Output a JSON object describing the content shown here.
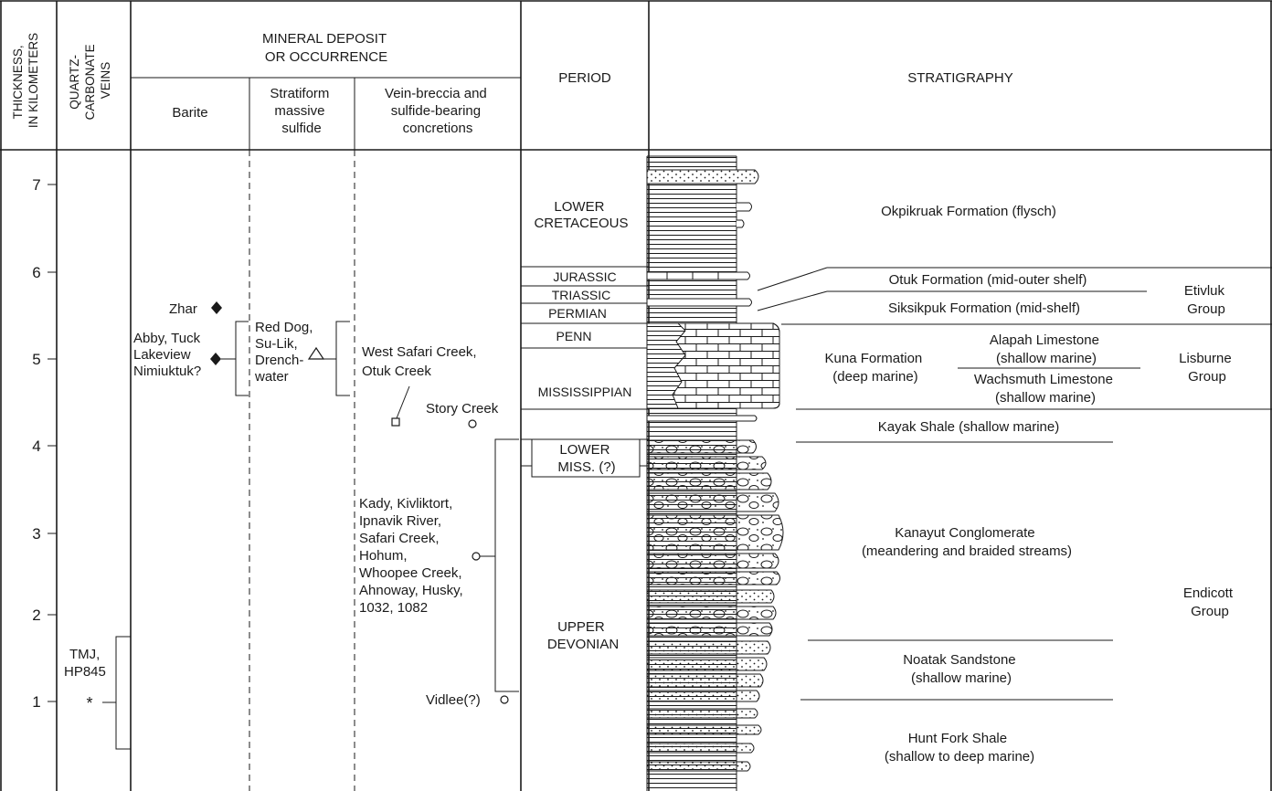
{
  "header": {
    "thickness": [
      "THICKNESS,",
      "IN KILOMETERS"
    ],
    "veins": [
      "QUARTZ-",
      "CARBONATE",
      "VEINS"
    ],
    "mineral_deposit": [
      "MINERAL DEPOSIT",
      "OR OCCURRENCE"
    ],
    "barite": "Barite",
    "stratiform": [
      "Stratiform",
      "massive",
      "sulfide"
    ],
    "veinbreccia": [
      "Vein-breccia and",
      "sulfide-bearing",
      "concretions"
    ],
    "period": "PERIOD",
    "stratigraphy": "STRATIGRAPHY"
  },
  "axis": {
    "ticks": [
      "7",
      "6",
      "5",
      "4",
      "3",
      "2",
      "1"
    ]
  },
  "veins": {
    "label": [
      "TMJ,",
      "HP845"
    ],
    "marker": "*"
  },
  "barite": {
    "zhar": "Zhar",
    "group": [
      "Abby, Tuck",
      "Lakeview",
      "Nimiuktuk?"
    ]
  },
  "sulfide": {
    "label": [
      "Red Dog,",
      "Su-Lik,",
      "Drench-",
      "water"
    ]
  },
  "veinbreccia": {
    "safari": [
      "West Safari Creek,",
      "Otuk Creek"
    ],
    "story": "Story Creek",
    "kady": [
      "Kady, Kivliktort,",
      "Ipnavik River,",
      "Safari Creek,",
      "Hohum,",
      "Whoopee Creek,",
      "Ahnoway, Husky,",
      "1032, 1082"
    ],
    "vidlee": "Vidlee(?)"
  },
  "periods": {
    "lower_cretaceous": [
      "LOWER",
      "CRETACEOUS"
    ],
    "jurassic": "JURASSIC",
    "triassic": "TRIASSIC",
    "permian": "PERMIAN",
    "penn": "PENN",
    "mississippian": "MISSISSIPPIAN",
    "lower_miss": [
      "LOWER",
      "MISS. (?)"
    ],
    "upper_devonian": [
      "UPPER",
      "DEVONIAN"
    ]
  },
  "strat": {
    "okpikruak": "Okpikruak Formation (flysch)",
    "otuk": "Otuk Formation (mid-outer shelf)",
    "siksikpuk": "Siksikpuk Formation (mid-shelf)",
    "etivluk": [
      "Etivluk",
      "Group"
    ],
    "alapah": [
      "Alapah Limestone",
      "(shallow marine)"
    ],
    "kuna": [
      "Kuna Formation",
      "(deep marine)"
    ],
    "wachsmuth": [
      "Wachsmuth Limestone",
      "(shallow marine)"
    ],
    "lisburne": [
      "Lisburne",
      "Group"
    ],
    "kayak": "Kayak Shale (shallow marine)",
    "kanayut": [
      "Kanayut Conglomerate",
      "(meandering and braided streams)"
    ],
    "endicott": [
      "Endicott",
      "Group"
    ],
    "noatak": [
      "Noatak Sandstone",
      "(shallow marine)"
    ],
    "huntfork": [
      "Hunt Fork Shale",
      "(shallow to deep marine)"
    ]
  }
}
